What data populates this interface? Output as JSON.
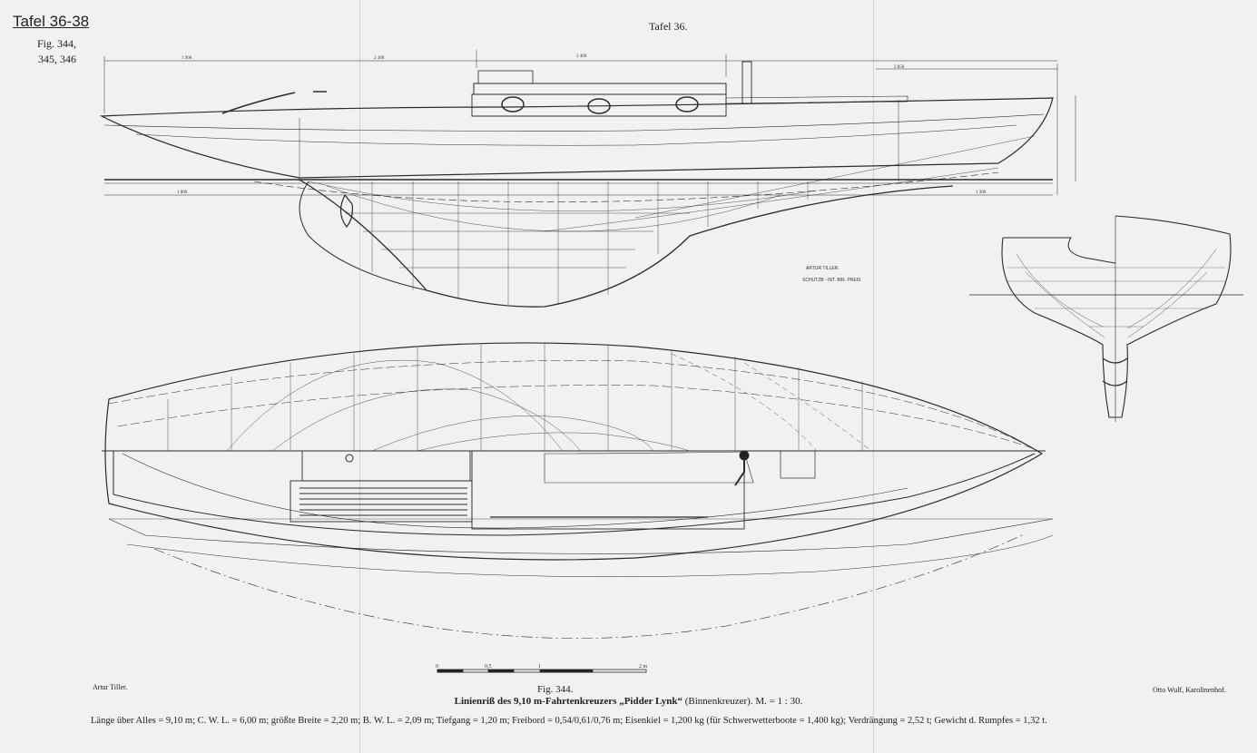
{
  "header": {
    "plate_range": "Tafel 36-38",
    "figure_refs_line1": "Fig. 344,",
    "figure_refs_line2": "345, 346"
  },
  "plate_number": "Tafel 36.",
  "drawing": {
    "dimension_labels": [
      "1 900",
      "2 300",
      "2 400",
      "2 850",
      "1 800",
      "1 300"
    ],
    "designer_stamp_line1": "ARTUR TILLER",
    "designer_stamp_line2": "SCHUTZB - INT. BIN. PREIS",
    "scale_bar_labels": [
      "0",
      "0,5",
      "1",
      "2 m"
    ]
  },
  "footer": {
    "designer": "Artur Tiller.",
    "engraver": "Otto Wulf, Karolinenhof.",
    "figure_number": "Fig. 344.",
    "caption_bold": "Linienriß des 9,10 m-Fahrtenkreuzers „Pidder Lynk“",
    "caption_normal": " (Binnenkreuzer).  M. = 1 : 30.",
    "specs": "Länge über Alles = 9,10 m;  C. W. L. = 6,00 m;  größte Breite = 2,20 m;  B. W. L. = 2,09 m;   Tiefgang = 1,20 m;  Freibord = 0,54/0,61/0,76 m;  Eisenkiel = 1,200 kg (für Schwerwetterboote = 1,400 kg);  Verdrängung = 2,52 t;  Gewicht d. Rumpfes = 1,32 t."
  }
}
